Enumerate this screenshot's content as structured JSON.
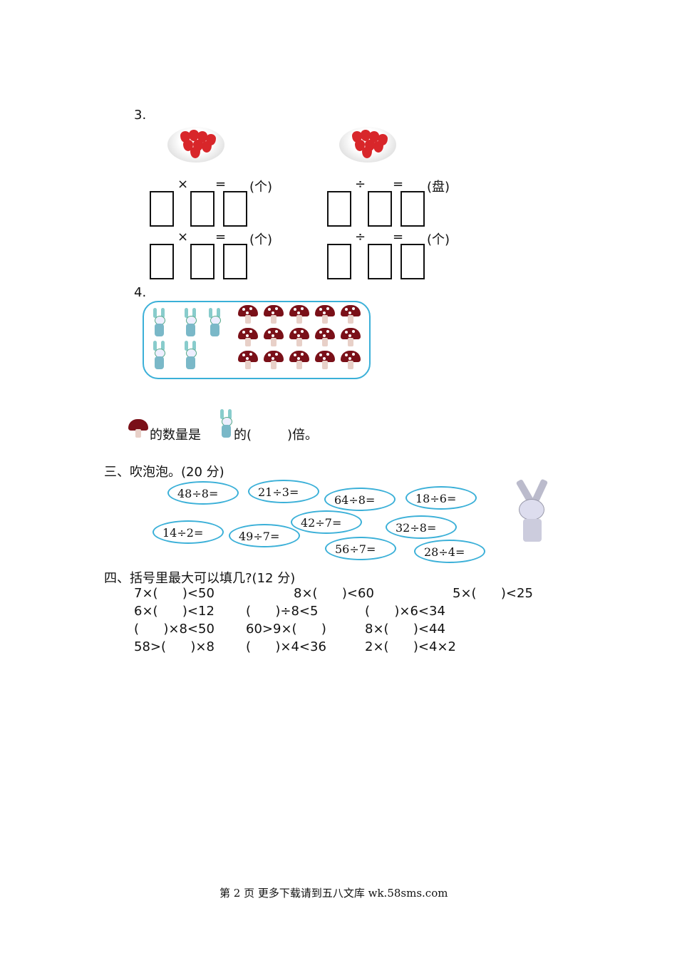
{
  "q3": {
    "number": "3.",
    "times": "×",
    "divide": "÷",
    "equals": "=",
    "unit_ge": "(个)",
    "unit_pan": "(盘)"
  },
  "q4": {
    "number": "4.",
    "sentence_part1": "的数量是",
    "sentence_part2": "的(",
    "sentence_part3": ")倍。"
  },
  "section3": {
    "title": "三、吹泡泡。(20 分)",
    "bubbles": [
      "48÷8=",
      "21÷3=",
      "64÷8=",
      "18÷6=",
      "42÷7=",
      "32÷8=",
      "14÷2=",
      "49÷7=",
      "56÷7=",
      "28÷4="
    ]
  },
  "section4": {
    "title": "四、括号里最大可以填几?(12 分)",
    "rows": [
      [
        "7×(      )<50",
        "8×(      )<60",
        "5×(      )<25"
      ],
      [
        "6×(      )<12",
        "(      )÷8<5",
        "(      )×6<34"
      ],
      [
        "(      )×8<50",
        "60>9×(      )",
        "8×(      )<44"
      ],
      [
        "58>(      )×8",
        "(      )×4<36",
        "2×(      )<4×2"
      ]
    ]
  },
  "footer": "第 2 页 更多下载请到五八文库 wk.58sms.com",
  "colors": {
    "accent": "#3bb0d8",
    "strawberry": "#d8262a",
    "mushroom": "#7a1018"
  }
}
